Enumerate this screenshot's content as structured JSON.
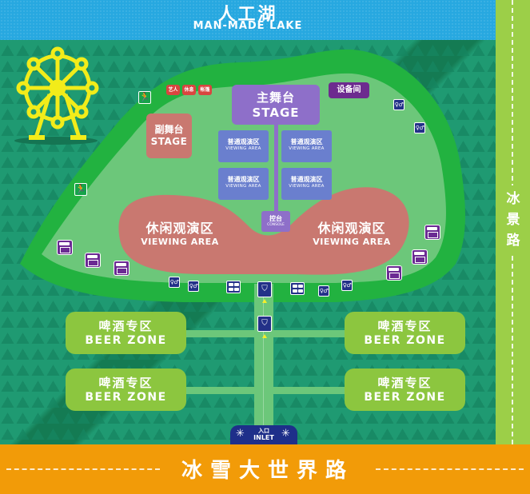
{
  "lake": {
    "zh": "人工湖",
    "en": "MAN-MADE LAKE",
    "color": "#27a8e0"
  },
  "roads": {
    "right": {
      "label": "冰景路",
      "color": "#9ccf48"
    },
    "bottom": {
      "label": "冰雪大世界路",
      "color": "#f29b08"
    }
  },
  "landmark": {
    "name": "ferris-wheel",
    "color": "#f2ec1a"
  },
  "stages": {
    "main": {
      "zh": "主舞台",
      "en": "STAGE",
      "color": "#8e6fc9"
    },
    "side": {
      "zh": "副舞台",
      "en": "STAGE",
      "color": "#c97870"
    }
  },
  "equipment_room": {
    "label": "设备间",
    "color": "#6d2b8f"
  },
  "artist_rest": {
    "tags": [
      "艺人",
      "休息",
      "帐篷"
    ],
    "color": "#d9453f"
  },
  "viewing_areas": [
    {
      "zh": "普通观演区",
      "en": "VIEWING AREA"
    },
    {
      "zh": "普通观演区",
      "en": "VIEWING AREA"
    },
    {
      "zh": "普通观演区",
      "en": "VIEWING AREA"
    },
    {
      "zh": "普通观演区",
      "en": "VIEWING AREA"
    }
  ],
  "console": {
    "zh": "控台",
    "en": "CONSOLE"
  },
  "leisure_areas": [
    {
      "zh": "休闲观演区",
      "en": "VIEWING AREA"
    },
    {
      "zh": "休闲观演区",
      "en": "VIEWING AREA"
    }
  ],
  "beer_zones": [
    {
      "zh": "啤酒专区",
      "en": "BEER ZONE"
    },
    {
      "zh": "啤酒专区",
      "en": "BEER ZONE"
    },
    {
      "zh": "啤酒专区",
      "en": "BEER ZONE"
    },
    {
      "zh": "啤酒专区",
      "en": "BEER ZONE"
    }
  ],
  "inlet": {
    "zh": "入口",
    "en": "INLET",
    "snow": "✳"
  },
  "icons": {
    "exit": "🏃",
    "wc": "♀♂",
    "security": "⛉"
  }
}
